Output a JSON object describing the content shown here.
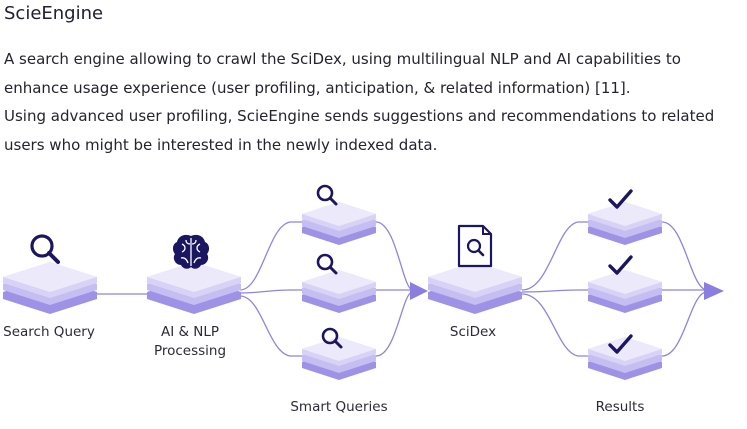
{
  "title": "ScieEngine",
  "description": [
    "A search engine allowing to crawl the SciDex, using multilingual NLP and AI capabilities to enhance usage experience (user profiling, anticipation, & related information) [11].",
    "Using advanced user profiling, ScieEngine sends suggestions and recommendations to related users who might be interested in the newly indexed data."
  ],
  "diagram": {
    "nodes": [
      {
        "id": "search-query",
        "label": "Search Query",
        "icon": "search-icon"
      },
      {
        "id": "ai-nlp",
        "label_lines": [
          "AI & NLP",
          "Processing"
        ],
        "icon": "brain-icon"
      },
      {
        "id": "smart-queries",
        "label": "Smart Queries",
        "icon": "search-icon"
      },
      {
        "id": "scidex",
        "label": "SciDex",
        "icon": "document-search-icon"
      },
      {
        "id": "results",
        "label": "Results",
        "icon": "checkmark-icon"
      }
    ],
    "colors": {
      "stack_top": "#e9e6fa",
      "stack_mid": "#c5bef0",
      "stack_bottom": "#9d92e6",
      "icon": "#1b1660",
      "connector": "#8f84de",
      "arrowhead": "#8a7ee0"
    }
  }
}
